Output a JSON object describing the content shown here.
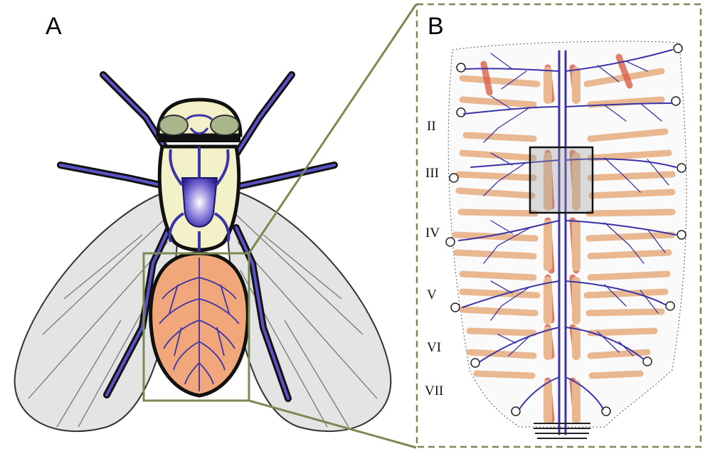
{
  "panels": {
    "a": {
      "label": "A"
    },
    "b": {
      "label": "B"
    }
  },
  "segments": [
    "II",
    "III",
    "IV",
    "V",
    "VI",
    "VII"
  ],
  "colors": {
    "trachea": "#3b33a8",
    "abdomen": "#f2a77a",
    "muscle": "#e9b891",
    "muscle_red": "#d9573f",
    "wing": "#dcdcdc",
    "eye": "#a9b78a",
    "thorax_fill": "#f3f1c8",
    "zoom_frame": "#7a8a55"
  },
  "icons": [
    "fly-illustration",
    "dissection-illustration",
    "spiracle-icon"
  ]
}
